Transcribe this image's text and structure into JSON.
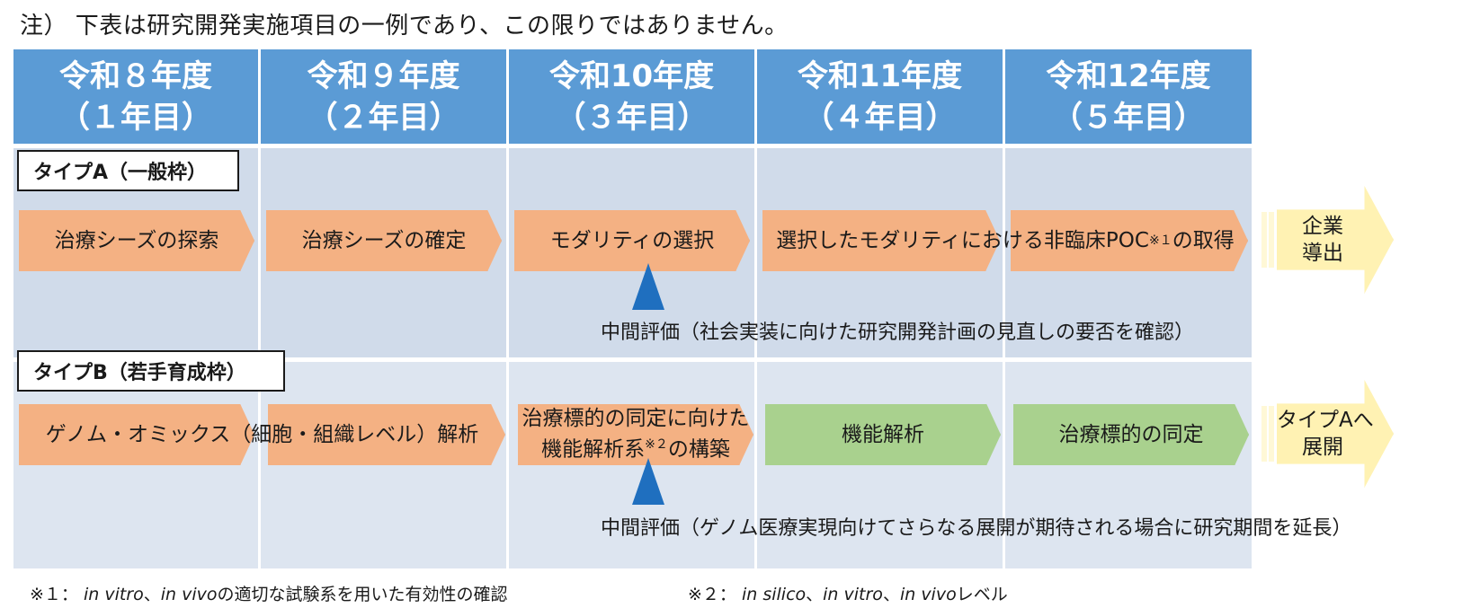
{
  "top_note": "注） 下表は研究開発実施項目の一例であり、この限りではありません。",
  "years": [
    {
      "line1": "令和８年度",
      "line2": "（１年目）"
    },
    {
      "line1": "令和９年度",
      "line2": "（２年目）"
    },
    {
      "line1": "令和10年度",
      "line2": "（３年目）"
    },
    {
      "line1": "令和11年度",
      "line2": "（４年目）"
    },
    {
      "line1": "令和12年度",
      "line2": "（５年目）"
    }
  ],
  "type_a": {
    "label": "タイプA（一般枠）",
    "steps": [
      "治療シーズの探索",
      "治療シーズの確定",
      "モダリティの選択"
    ],
    "long_step": {
      "text": "選択したモダリティにおける非臨床POC",
      "sup": "※１",
      "tail": "の取得"
    },
    "evaluation": "中間評価（社会実装に向けた研究開発計画の見直しの要否を確認）",
    "outcome": {
      "line1": "企業",
      "line2": "導出"
    }
  },
  "type_b": {
    "label": "タイプB（若手育成枠）",
    "step1": "ゲノム・オミックス（細胞・組織レベル）解析",
    "step2": {
      "line1": "治療標的の同定に向けた",
      "line2": "機能解析系",
      "sup": "※２",
      "tail": "の構築"
    },
    "step3": "機能解析",
    "step4": "治療標的の同定",
    "evaluation": "中間評価（ゲノム医療実現向けてさらなる展開が期待される場合に研究期間を延長）",
    "outcome": {
      "line1": "タイプAへ",
      "line2": "展開"
    }
  },
  "footnotes": {
    "fn1": {
      "mark": "※１：",
      "italic1": "in vitro",
      "sep": "、",
      "italic2": "in vivo",
      "text": "の適切な試験系を用いた有効性の確認"
    },
    "fn2": {
      "mark": "※２：",
      "italic1": "in silico",
      "sep1": "、",
      "italic2": "in vitro",
      "sep2": "、",
      "italic3": "in vivo",
      "text": "レベル"
    }
  },
  "colors": {
    "header": "#5b9bd5",
    "band_a": "#d0dbea",
    "band_b": "#dde5f0",
    "orange": "#f4b183",
    "green": "#a9d18e",
    "triangle": "#1f6fbf",
    "arrow": "#fff2b3"
  }
}
